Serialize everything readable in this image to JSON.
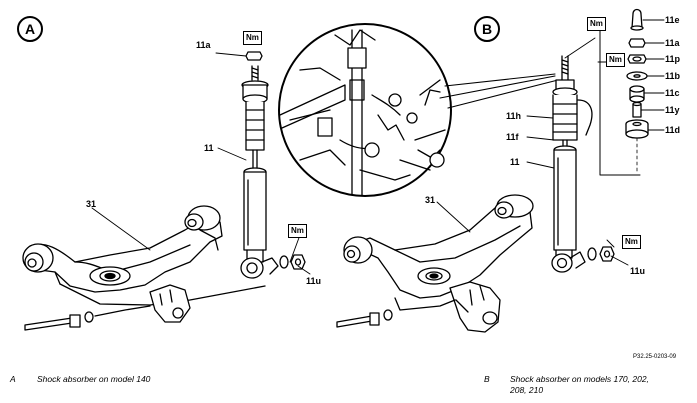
{
  "panels": {
    "a": {
      "letter": "A"
    },
    "b": {
      "letter": "B"
    }
  },
  "nm_label": "Nm",
  "parts": {
    "p11a_left": "11a",
    "p11_left": "11",
    "p31_left": "31",
    "p11u_left": "11u",
    "p11e": "11e",
    "p11a_right": "11a",
    "p11p": "11p",
    "p11b": "11b",
    "p11c": "11c",
    "p11y": "11y",
    "p11d": "11d",
    "p11h": "11h",
    "p11f": "11f",
    "p11_right": "11",
    "p31_right": "31",
    "p11u_right": "11u"
  },
  "reference": "P32.25-0203-09",
  "captions": {
    "a_letter": "A",
    "a_text": "Shock absorber on model 140",
    "b_letter": "B",
    "b_text_line1": "Shock absorber on models 170, 202,",
    "b_text_line2": "208, 210"
  }
}
